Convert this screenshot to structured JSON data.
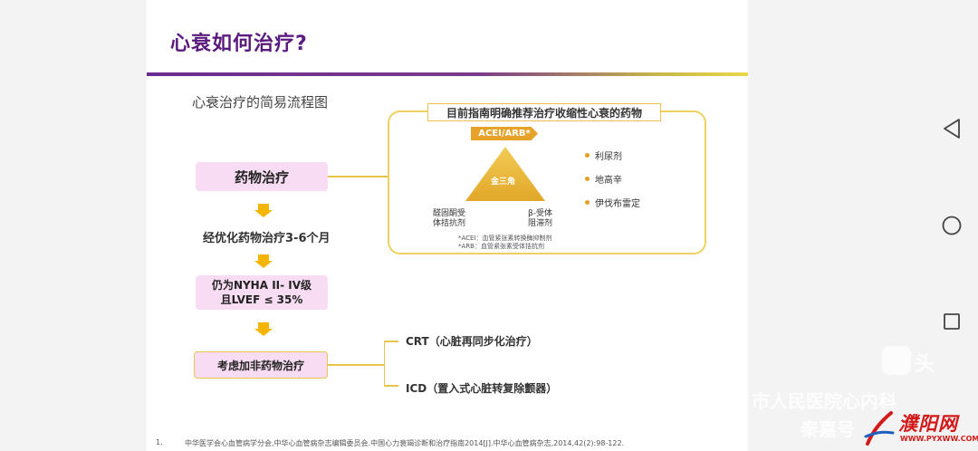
{
  "slide": {
    "title": "心衰如何治疗?",
    "subtitle": "心衰治疗的简易流程图",
    "flow": {
      "step1": "药物治疗",
      "step2": "经优化药物治疗3-6个月",
      "step3_line1": "仍为NYHA II- IV级",
      "step3_line2": "且LVEF ≤ 35%",
      "step4": "考虑加非药物治疗"
    },
    "recommended": {
      "header": "目前指南明确推荐治疗收缩性心衰的药物",
      "acei_tag": "ACEI/ARB*",
      "triangle_center": "金三角",
      "left_label_1": "醛固酮受",
      "left_label_2": "体拮抗剂",
      "right_label_1": "β-受体",
      "right_label_2": "阻滞剂",
      "drugs": [
        "利尿剂",
        "地高辛",
        "伊伐布雷定"
      ],
      "footnote1": "*ACEI：血管紧张素转换酶抑制剂",
      "footnote2": "*ARB：血管紧张素受体拮抗剂"
    },
    "nonpharm": {
      "crt": "CRT（心脏再同步化治疗）",
      "icd": "ICD（置入式心脏转复除颤器）"
    },
    "reference": {
      "number": "1.",
      "text": "中华医学会心血管病学分会,中华心血管病杂志编辑委员会.中国心力衰竭诊断和治疗指南2014[J].中华心血管病杂志,2014,42(2):98-122."
    }
  },
  "watermark": {
    "top": "头",
    "mid": "市人民医院心内科",
    "bottom": "秦嘉号"
  },
  "logo": {
    "text": "濮阳网",
    "url": "WWW.PYXWW.COM"
  },
  "colors": {
    "title": "#5b1a7e",
    "accent_gold": "#e8c44a",
    "pink": "#f7dcf3",
    "arrow": "#f4b400"
  }
}
